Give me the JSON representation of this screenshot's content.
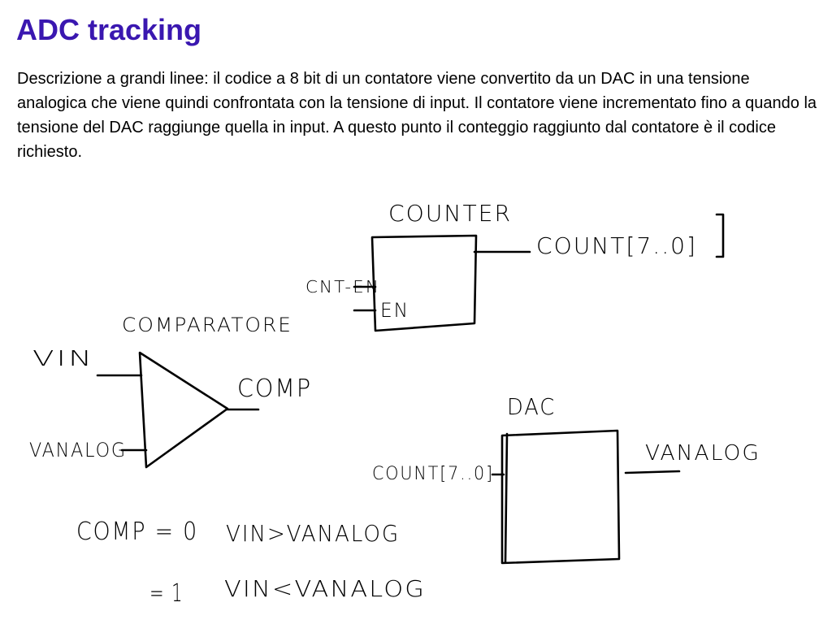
{
  "slide": {
    "title": "ADC tracking",
    "description": "Descrizione a grandi linee: il codice a 8 bit di un contatore viene convertito da un DAC in una tensione analogica che viene quindi confrontata con la tensione di input. Il contatore viene incrementato fino a quando la tensione del DAC raggiunge quella in input. A questo punto il conteggio raggiunto dal contatore è il codice richiesto.",
    "title_color": "#3a17b0"
  },
  "diagram": {
    "counter": {
      "label": "COUNTER",
      "output": "COUNT[7..0]",
      "input": "CNT-EN",
      "port": "EN"
    },
    "comparator": {
      "label": "COMPARATORE",
      "input_top": "VIN",
      "input_bottom": "VANALOG",
      "output": "COMP"
    },
    "dac": {
      "label": "DAC",
      "input": "COUNT[7..0]",
      "output": "VANALOG"
    },
    "truth": [
      {
        "condition": "COMP = 0",
        "relation": "VIN>VANALOG"
      },
      {
        "condition": "= 1",
        "relation": "VIN<VANALOG"
      }
    ]
  }
}
